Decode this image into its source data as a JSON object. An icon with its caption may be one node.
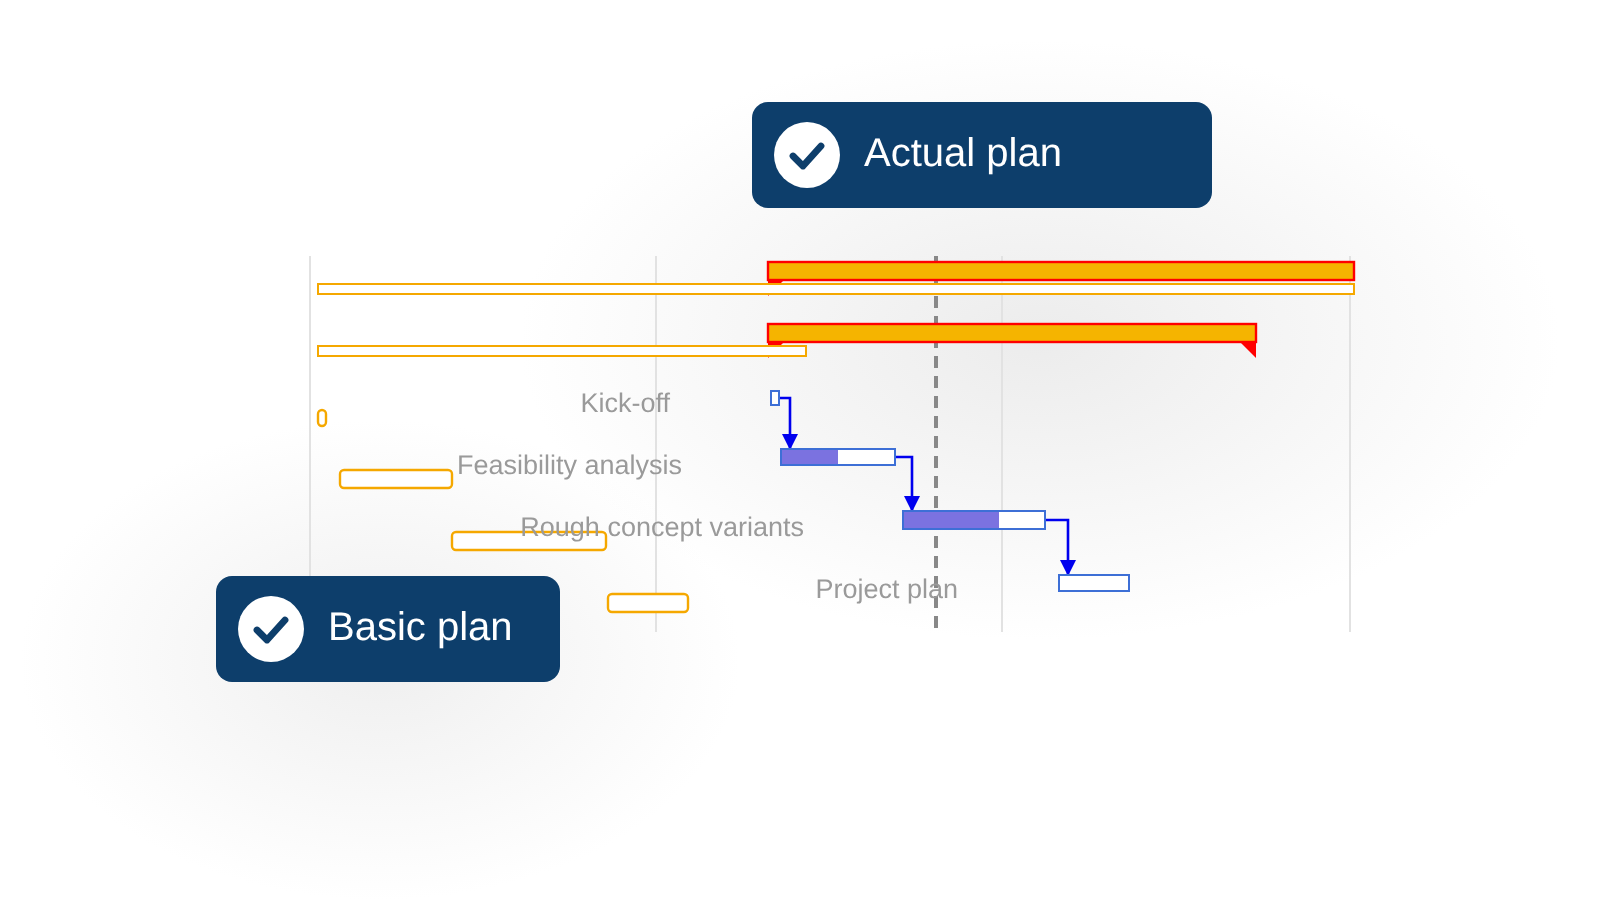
{
  "diagram": {
    "nodes": [
      {
        "text": [],
        "shape": "bar"
      },
      {
        "text": [],
        "shape": "bar"
      },
      {
        "text": [],
        "shape": "bar"
      },
      {
        "text": [],
        "shape": "bar"
      }
    ],
    "edges": [
      {
        "from": 0,
        "to": 1,
        "arrow": "to"
      },
      {
        "from": 1,
        "to": 2,
        "arrow": "to"
      },
      {
        "from": 2,
        "to": 3,
        "arrow": "to"
      }
    ],
    "labels": [
      "Actual plan",
      "Kick-off",
      "Feasibility analysis",
      "Rough concept variants",
      "Project plan",
      "Basic plan"
    ]
  }
}
